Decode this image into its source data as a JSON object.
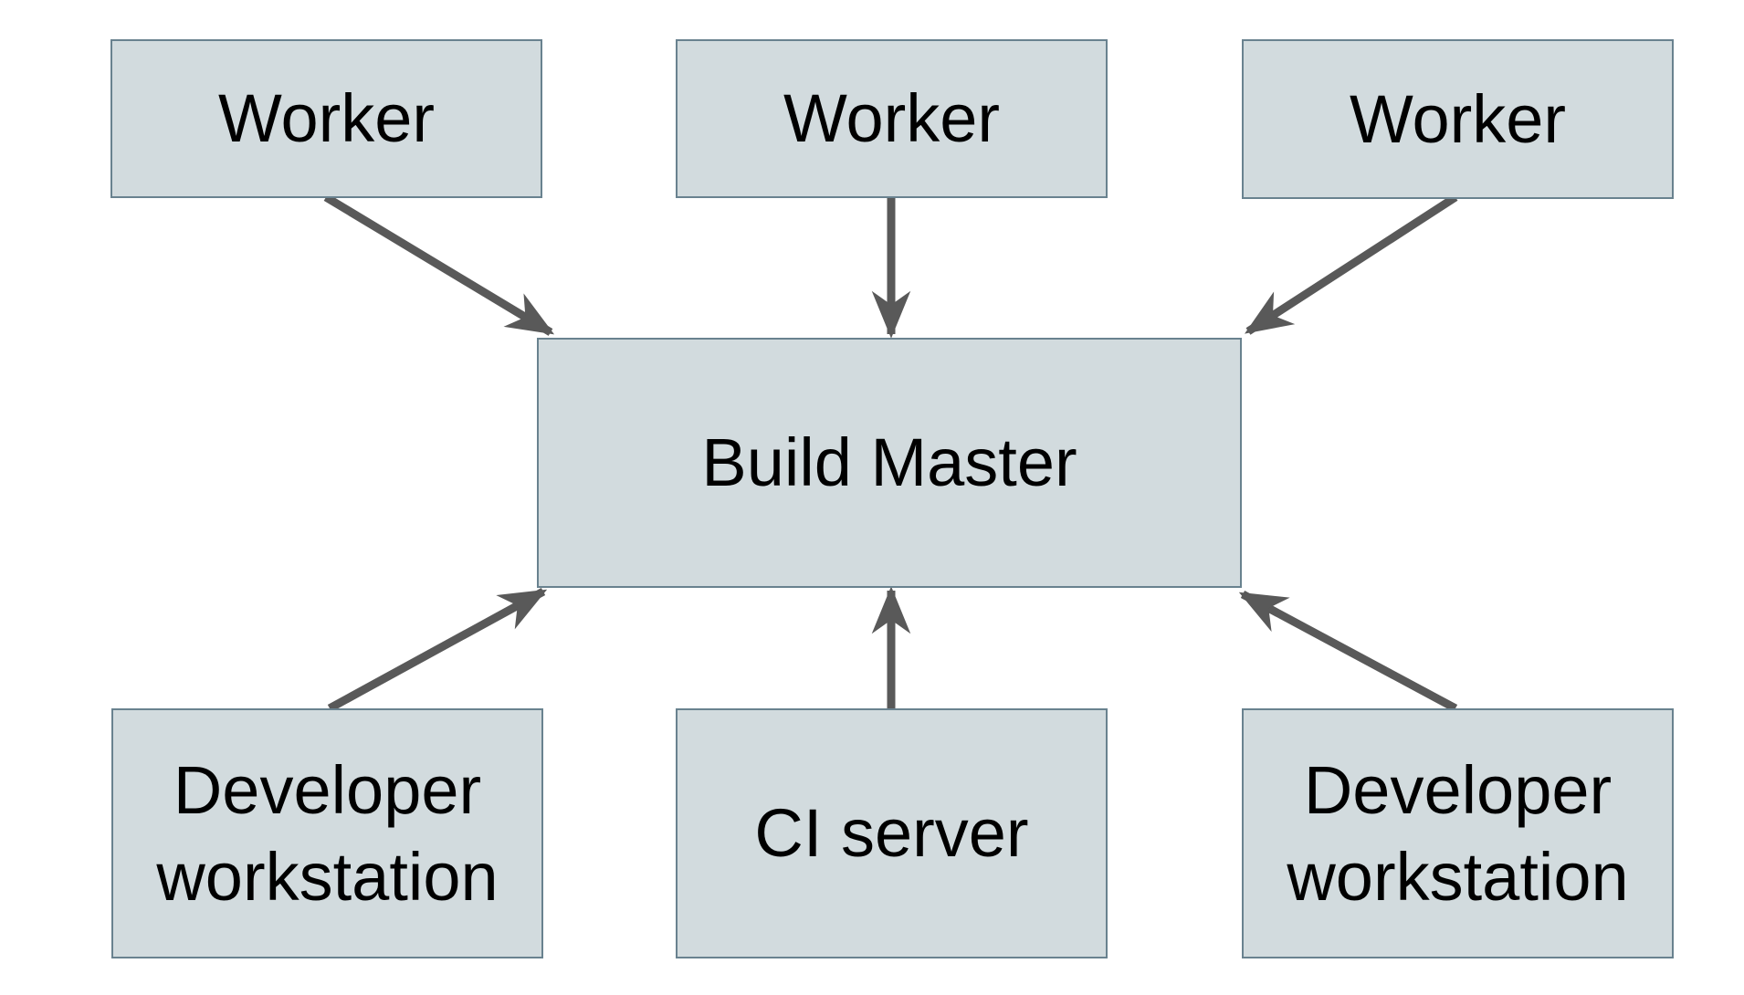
{
  "diagram": {
    "type": "architecture-diagram",
    "colors": {
      "background": "#ffffff",
      "node_fill": "#d2dbde",
      "node_border": "#69828f",
      "arrow": "#595959",
      "label_text": "#000000"
    },
    "nodes": [
      {
        "id": "worker-1",
        "label": "Worker",
        "row": "top"
      },
      {
        "id": "worker-2",
        "label": "Worker",
        "row": "top"
      },
      {
        "id": "worker-3",
        "label": "Worker",
        "row": "top"
      },
      {
        "id": "build-master",
        "label": "Build Master",
        "row": "middle"
      },
      {
        "id": "developer-workstation-left",
        "label": "Developer workstation",
        "row": "bottom"
      },
      {
        "id": "ci-server",
        "label": "CI server",
        "row": "bottom"
      },
      {
        "id": "developer-workstation-right",
        "label": "Developer workstation",
        "row": "bottom"
      }
    ],
    "edges": [
      {
        "from": "worker-1",
        "to": "build-master",
        "direction": "down-right"
      },
      {
        "from": "worker-2",
        "to": "build-master",
        "direction": "down"
      },
      {
        "from": "worker-3",
        "to": "build-master",
        "direction": "down-left"
      },
      {
        "from": "developer-workstation-left",
        "to": "build-master",
        "direction": "up-right"
      },
      {
        "from": "ci-server",
        "to": "build-master",
        "direction": "up"
      },
      {
        "from": "developer-workstation-right",
        "to": "build-master",
        "direction": "up-left"
      }
    ],
    "arrowhead_style": "stealth"
  }
}
